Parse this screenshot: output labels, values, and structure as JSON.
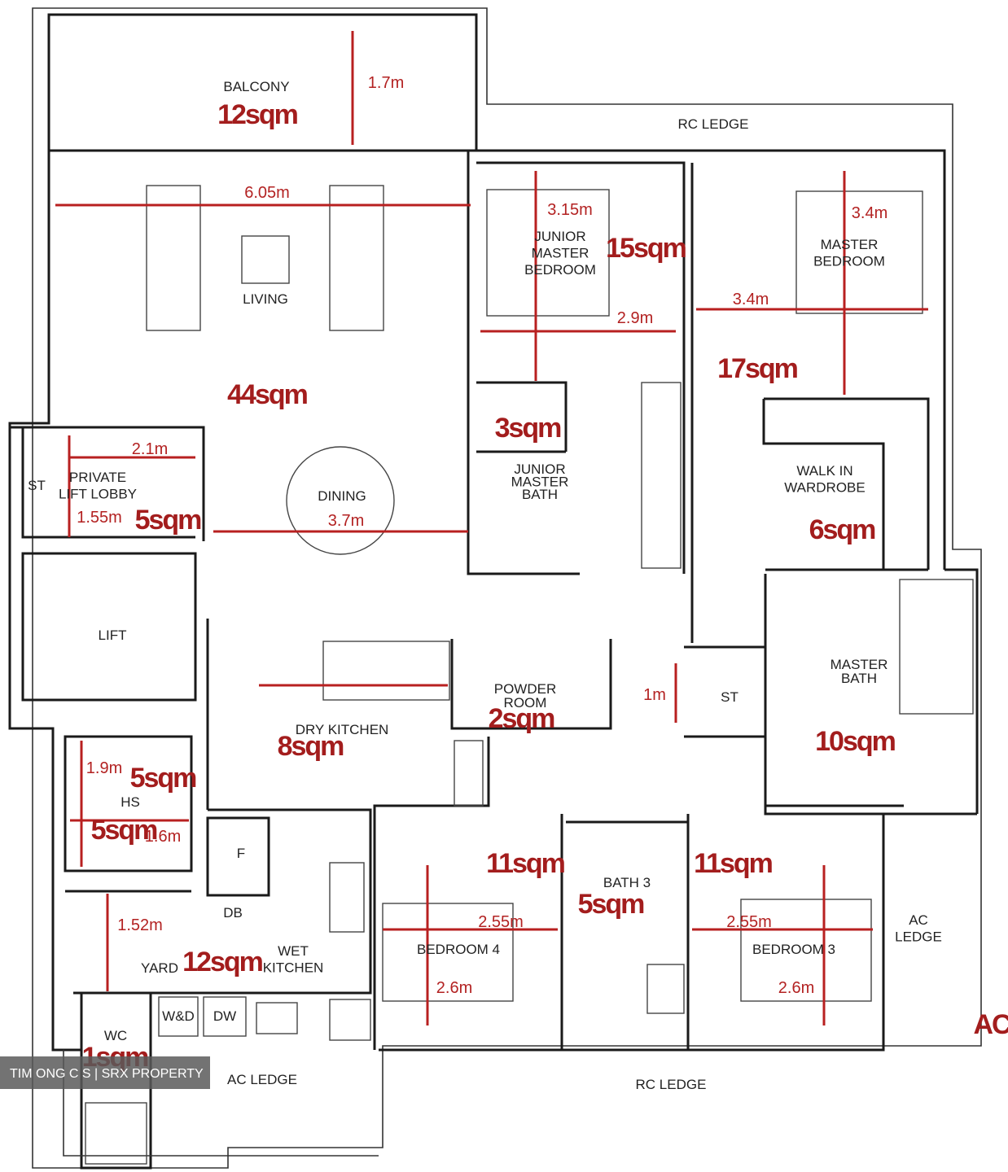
{
  "rooms": {
    "balcony": "BALCONY",
    "rc_ledge_top": "RC LEDGE",
    "junior_master_bedroom": "JUNIOR\nMASTER\nBEDROOM",
    "master_bedroom": "MASTER\nBEDROOM",
    "living": "LIVING",
    "dining": "DINING",
    "private_lift_lobby": "PRIVATE\nLIFT LOBBY",
    "st_left": "ST",
    "lift": "LIFT",
    "junior_master_bath": "JUNIOR\nMASTER\nBATH",
    "walk_in_wardrobe": "WALK IN\nWARDROBE",
    "master_bath": "MASTER\nBATH",
    "powder_room": "POWDER\nROOM",
    "st_center": "ST",
    "dry_kitchen": "DRY KITCHEN",
    "hs": "HS",
    "f": "F",
    "db": "DB",
    "yard": "YARD",
    "wet_kitchen": "WET\nKITCHEN",
    "wd": "W&D",
    "dw": "DW",
    "wc": "WC",
    "bath3": "BATH 3",
    "bedroom4": "BEDROOM 4",
    "bedroom3": "BEDROOM 3",
    "ac_ledge_right": "AC\nLEDGE",
    "ac_ledge_bottom": "AC LEDGE",
    "rc_ledge_bottom": "RC LEDGE",
    "ac_side": "AC"
  },
  "areas": {
    "balcony": "12sqm",
    "jmb": "15sqm",
    "living": "44sqm",
    "master": "17sqm",
    "jmb_bath": "3sqm",
    "wardrobe": "6sqm",
    "lobby": "5sqm",
    "master_bath": "10sqm",
    "powder": "2sqm",
    "dry_kitchen": "8sqm",
    "hs": "5sqm",
    "hs2": "5sqm",
    "bed4": "11sqm",
    "bed3": "11sqm",
    "bath3": "5sqm",
    "wet_kitchen": "12sqm",
    "wc": "1sqm"
  },
  "dimensions": {
    "balcony_depth": "1.7m",
    "living_width": "6.05m",
    "jmb_depth": "3.15m",
    "jmb_width": "2.9m",
    "master_depth": "3.4m",
    "master_width": "3.4m",
    "lobby_width": "2.1m",
    "lobby_depth": "1.55m",
    "dining_width": "3.7m",
    "st_depth": "1m",
    "hs_depth": "1.9m",
    "hs_width": "1.6m",
    "yard_depth": "1.52m",
    "bed4_width": "2.55m",
    "bed4_depth": "2.6m",
    "bed3_width": "2.55m",
    "bed3_depth": "2.6m"
  },
  "watermark": "TIM ONG C S | SRX PROPERTY",
  "colors": {
    "accent": "#b82020",
    "wall": "#1a1a1a"
  }
}
